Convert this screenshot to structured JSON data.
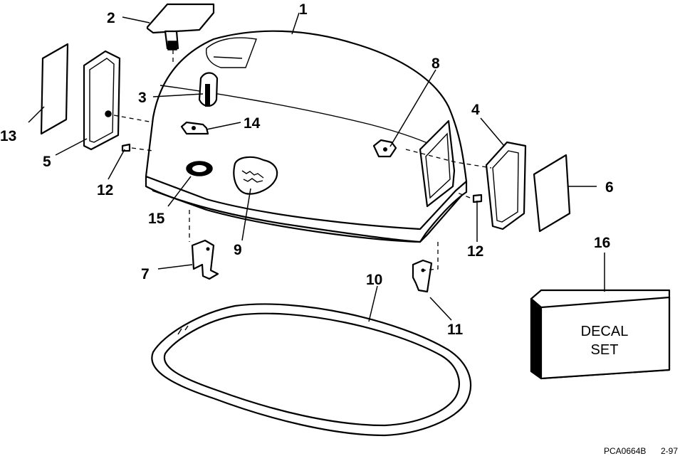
{
  "callouts": [
    {
      "id": "1",
      "label": "1"
    },
    {
      "id": "2",
      "label": "2"
    },
    {
      "id": "3",
      "label": "3"
    },
    {
      "id": "4",
      "label": "4"
    },
    {
      "id": "5",
      "label": "5"
    },
    {
      "id": "6",
      "label": "6"
    },
    {
      "id": "7",
      "label": "7"
    },
    {
      "id": "8",
      "label": "8"
    },
    {
      "id": "9",
      "label": "9"
    },
    {
      "id": "10",
      "label": "10"
    },
    {
      "id": "11",
      "label": "11"
    },
    {
      "id": "12a",
      "label": "12"
    },
    {
      "id": "12b",
      "label": "12"
    },
    {
      "id": "13",
      "label": "13"
    },
    {
      "id": "14",
      "label": "14"
    },
    {
      "id": "15",
      "label": "15"
    },
    {
      "id": "16",
      "label": "16"
    }
  ],
  "decal_box": {
    "line1": "DECAL",
    "line2": "SET"
  },
  "footer": {
    "code": "PCA0664B",
    "date": "2-97"
  }
}
